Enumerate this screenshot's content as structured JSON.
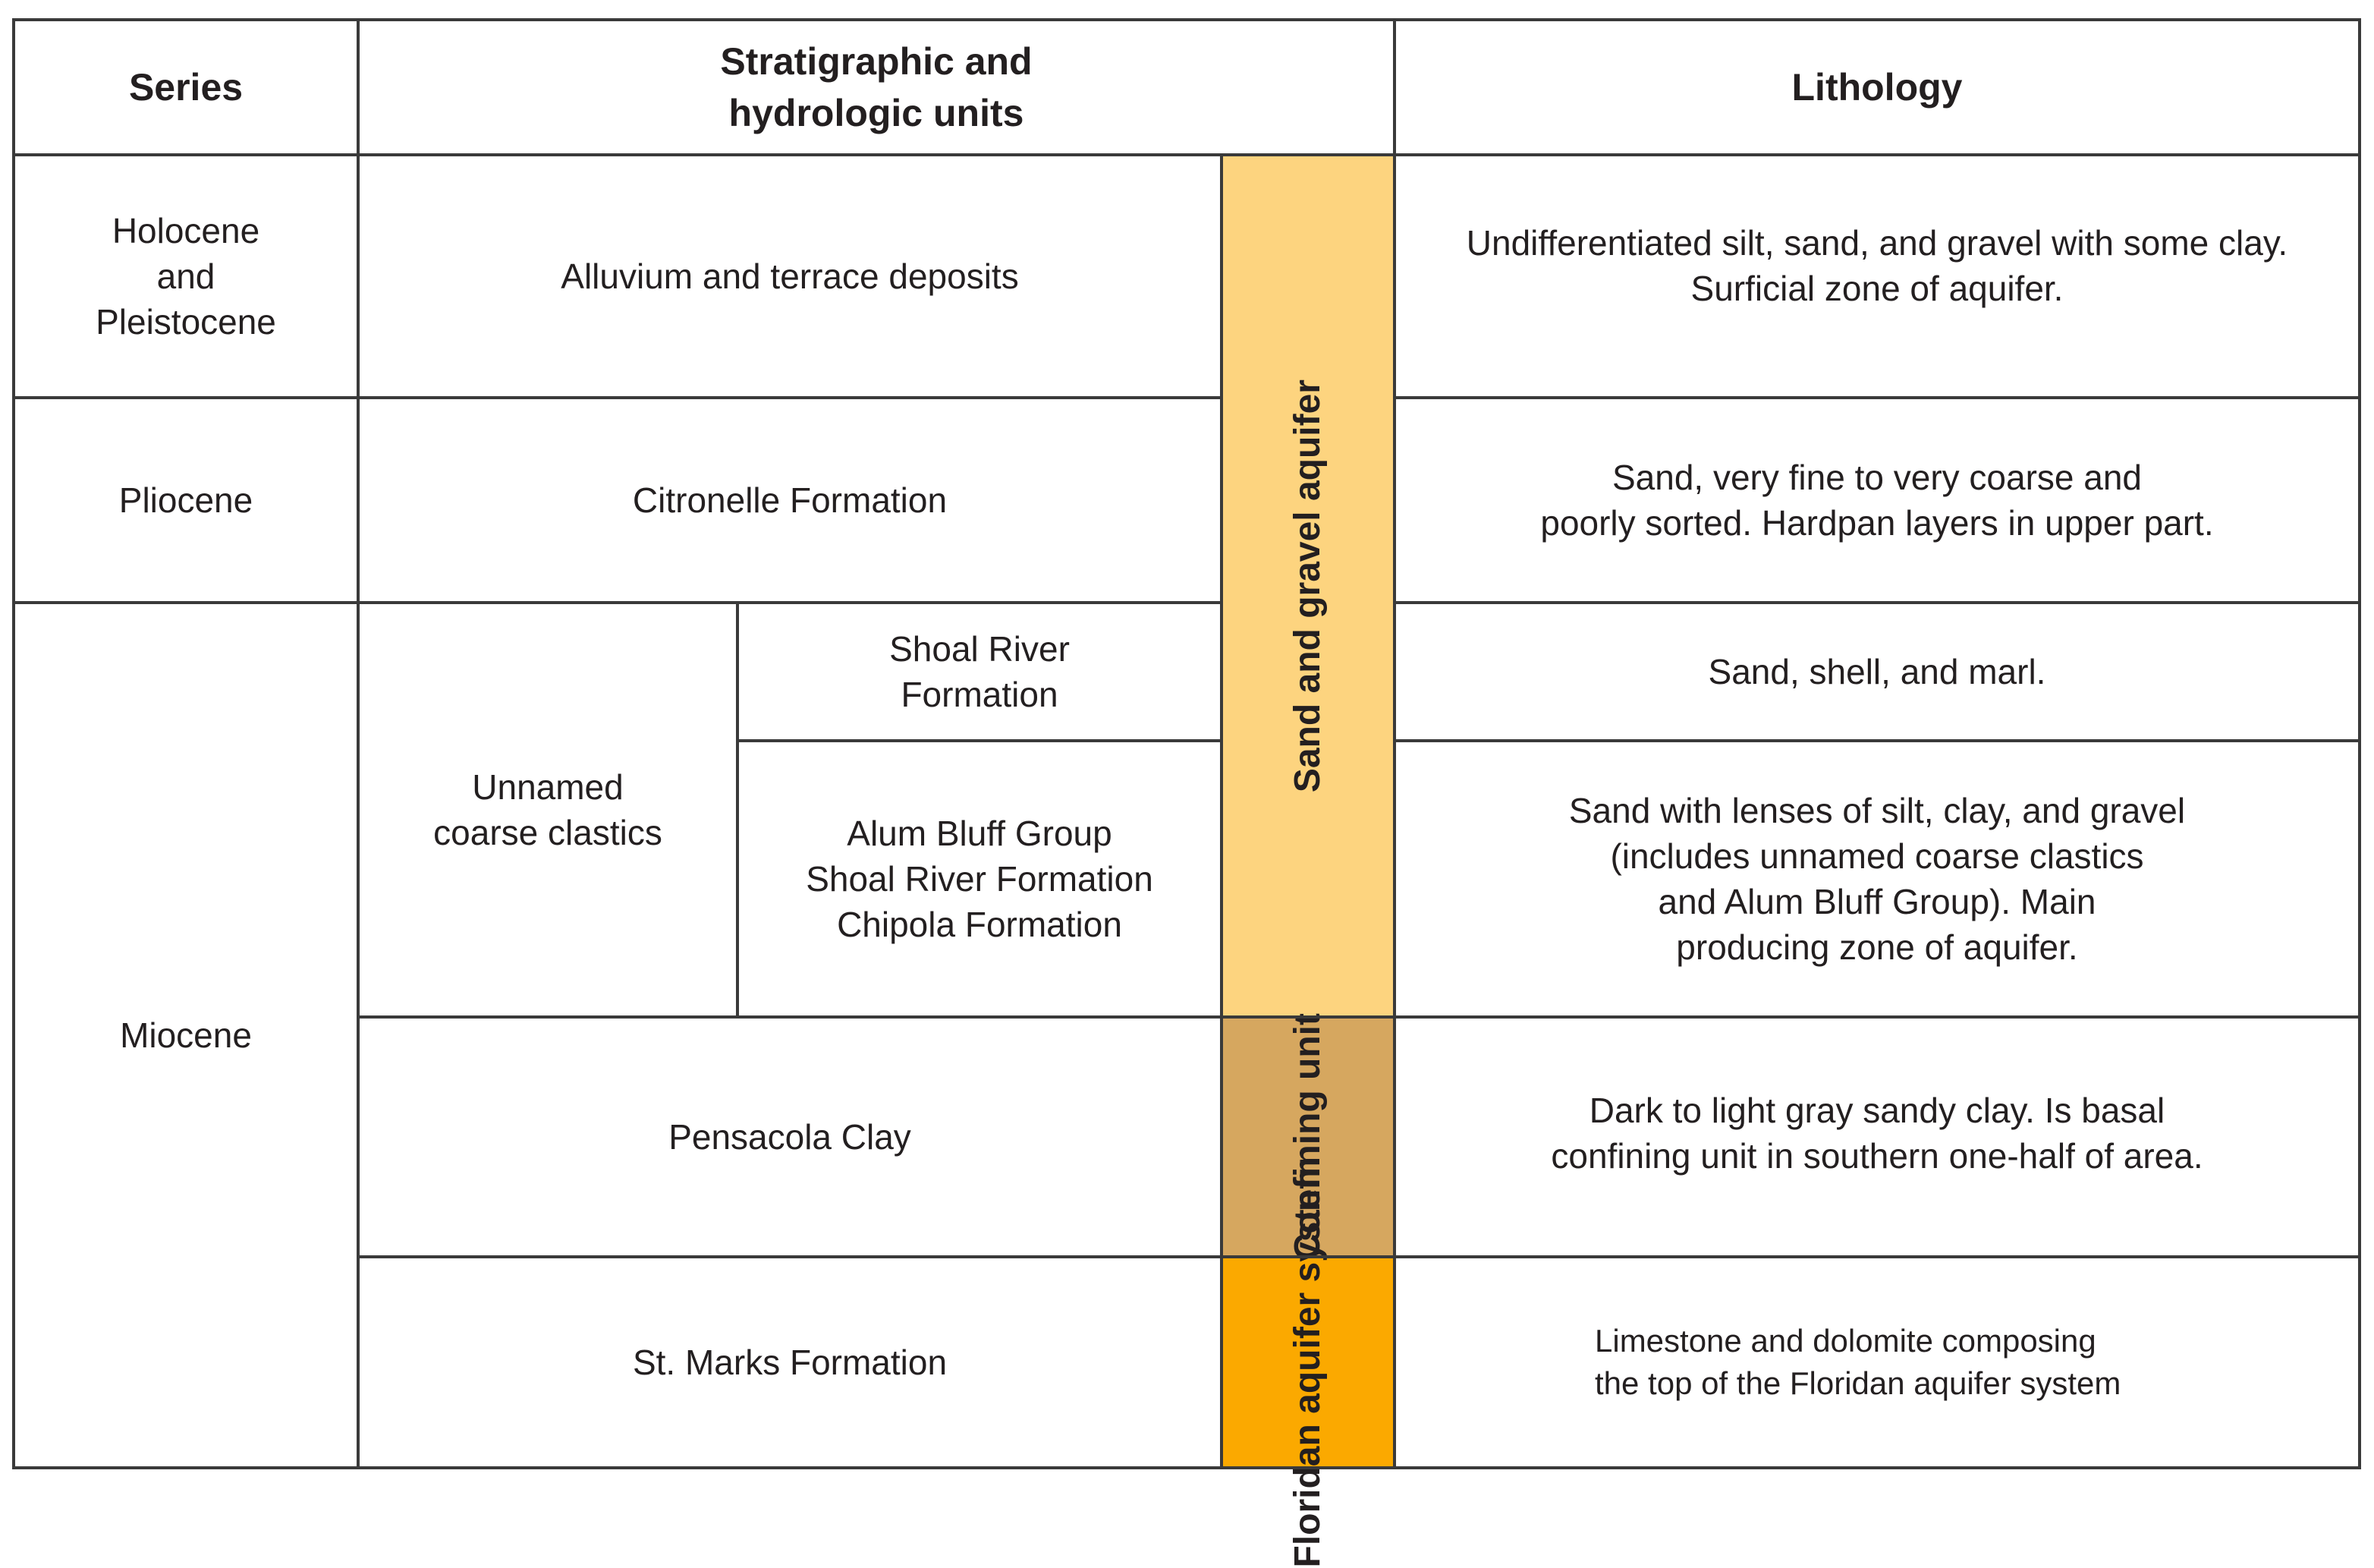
{
  "headers": {
    "series": "Series",
    "units": [
      "Stratigraphic and",
      "hydrologic units"
    ],
    "lithology": "Lithology"
  },
  "series": {
    "holocene": [
      "Holocene",
      "and",
      "Pleistocene"
    ],
    "pliocene": "Pliocene",
    "miocene": "Miocene"
  },
  "units": {
    "alluvium": "Alluvium and terrace deposits",
    "citronelle": "Citronelle Formation",
    "unnamed": [
      "Unnamed",
      "coarse clastics"
    ],
    "shoal_river": [
      "Shoal River",
      "Formation"
    ],
    "alum_bluff": [
      "Alum Bluff Group",
      "Shoal River Formation",
      "Chipola Formation"
    ],
    "pensacola": "Pensacola Clay",
    "st_marks": "St. Marks Formation"
  },
  "hydro_units": {
    "sand_gravel": "Sand and gravel aquifer",
    "confining": [
      "Confining",
      "unit"
    ],
    "floridan": [
      "Floridan",
      "aquifer",
      "system"
    ]
  },
  "lithology": {
    "alluvium": [
      "Undifferentiated silt, sand, and gravel with some clay.",
      "Surficial zone of aquifer."
    ],
    "citronelle": [
      "Sand, very fine to very coarse and",
      "poorly sorted. Hardpan layers in upper part."
    ],
    "shoal_river": "Sand, shell, and marl.",
    "alum_bluff": [
      "Sand with lenses of silt, clay, and gravel",
      "(includes unnamed coarse clastics",
      "and Alum Bluff Group). Main",
      "producing zone of aquifer."
    ],
    "pensacola": [
      "Dark to light gray sandy clay. Is basal",
      "confining unit in southern one-half of area."
    ],
    "st_marks": [
      "Limestone and dolomite composing",
      "the top of the Floridan aquifer system"
    ]
  },
  "colors": {
    "sand_gravel": "#fdd47f",
    "confining": "#d6a75f",
    "floridan": "#fba900",
    "lines": "#3a3a3a"
  }
}
